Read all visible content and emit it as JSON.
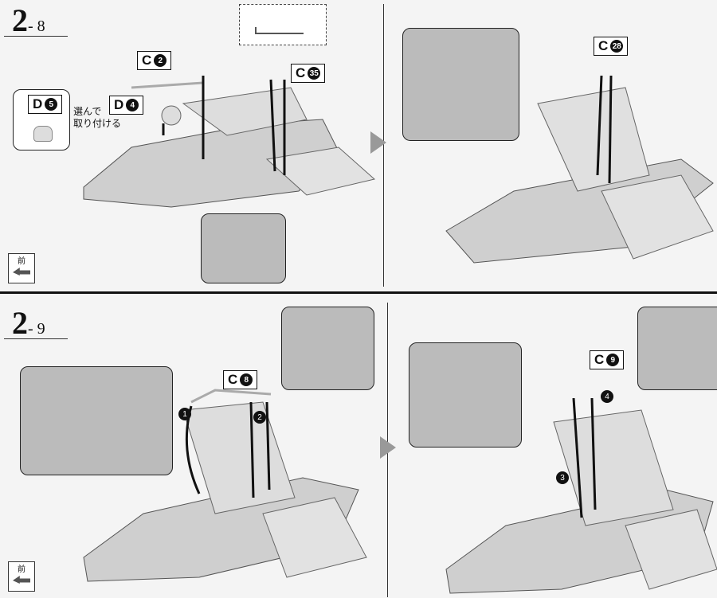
{
  "steps": [
    {
      "id": "2-8",
      "major": "2",
      "minor": "- 8"
    },
    {
      "id": "2-9",
      "major": "2",
      "minor": "- 9"
    }
  ],
  "parts": {
    "c2": {
      "letter": "C",
      "num": "2"
    },
    "c35": {
      "letter": "C",
      "num": "35"
    },
    "d4": {
      "letter": "D",
      "num": "4"
    },
    "d5": {
      "letter": "D",
      "num": "5"
    },
    "c28": {
      "letter": "C",
      "num": "28"
    },
    "c8": {
      "letter": "C",
      "num": "8"
    },
    "c9": {
      "letter": "C",
      "num": "9"
    }
  },
  "note_choose": [
    "選んで",
    "取り付ける"
  ],
  "order": [
    "1",
    "2",
    "3",
    "4"
  ],
  "front_label": "前",
  "colors": {
    "ink": "#111111",
    "paper": "#f4f4f4",
    "model": "#cfcfcf",
    "arrow": "#999999"
  }
}
